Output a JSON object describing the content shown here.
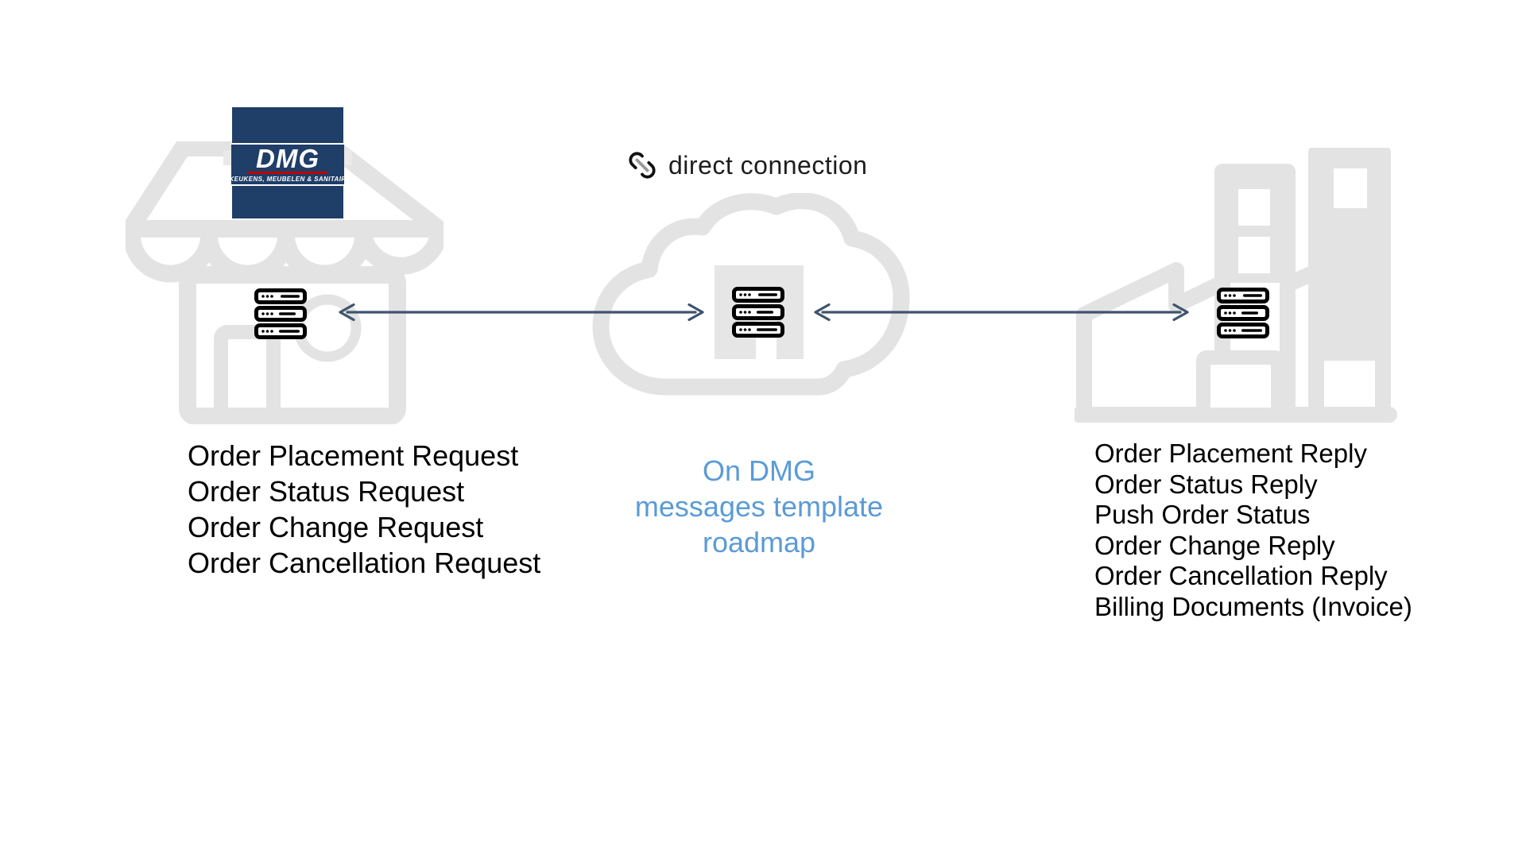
{
  "diagram": {
    "logo": {
      "brand": "DMG",
      "tagline": "KEUKENS, MEUBELEN & SANITAIR"
    },
    "connection_label": "direct connection",
    "retailer": {
      "messages": [
        "Order Placement Request",
        "Order Status Request",
        "Order Change Request",
        "Order Cancellation Request"
      ]
    },
    "cloud": {
      "note_lines": [
        "On DMG",
        "messages template",
        "roadmap"
      ]
    },
    "supplier": {
      "messages": [
        "Order Placement Reply",
        "Order Status Reply",
        "Push Order Status",
        "Order Change Reply",
        "Order Cancellation Reply",
        "Billing Documents (Invoice)"
      ]
    },
    "colors": {
      "arrow": "#3E546E",
      "icon_gray": "#E3E3E3",
      "logo_navy": "#1F3E68",
      "logo_red": "#C00000",
      "note_blue": "#5B9BD5",
      "server_black": "#000000"
    }
  }
}
